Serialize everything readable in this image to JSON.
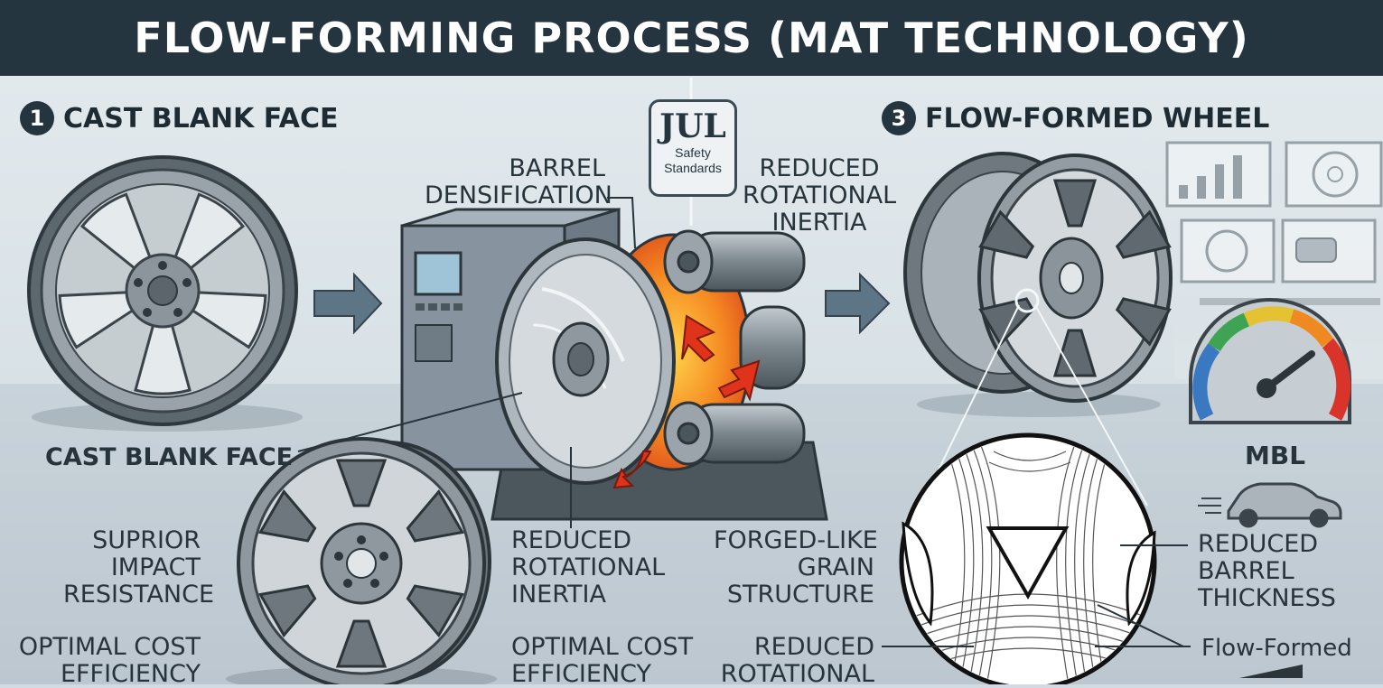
{
  "header": {
    "title": "FLOW-FORMING PROCESS (MAT TECHNOLOGY)"
  },
  "steps": [
    {
      "number": "1",
      "label": "CAST BLANK FACE"
    },
    {
      "number": "3",
      "label": "FLOW-FORMED WHEEL"
    }
  ],
  "certification": {
    "logo": "JUL",
    "text": "Safety Standards"
  },
  "labels": {
    "cast_blank_face": "CAST BLANK FACE",
    "barrel_densification": [
      "BARREL",
      "DENSIFICATION"
    ],
    "reduced_rotational_inertia_top": [
      "REDUCED",
      "ROTATIONAL",
      "INERTIA"
    ],
    "superior_impact": [
      "SUPRIOR",
      "IMPACT",
      "RESISTANCE"
    ],
    "optimal_cost_left": [
      "OPTIMAL COST",
      "EFFICIENCY"
    ],
    "reduced_rotational_inertia_mid": [
      "REDUCED",
      "ROTATIONAL",
      "INERTIA"
    ],
    "optimal_cost_mid": [
      "OPTIMAL COST",
      "EFFICIENCY"
    ],
    "forged_like": [
      "FORGED-LIKE",
      "GRAIN",
      "STRUCTURE"
    ],
    "reduced_rotational_bottom": [
      "REDUCED",
      "ROTATIONAL"
    ],
    "reduced_barrel_thickness": [
      "REDUCED",
      "BARREL",
      "THICKNESS"
    ],
    "flow_formed": "Flow-Formed",
    "mbl": "MBL"
  },
  "colors": {
    "header_bg": "#253540",
    "wheel_gray": "#8a949b",
    "heat_orange": "#f07a1f",
    "arrow_blue": "#5d7584"
  }
}
